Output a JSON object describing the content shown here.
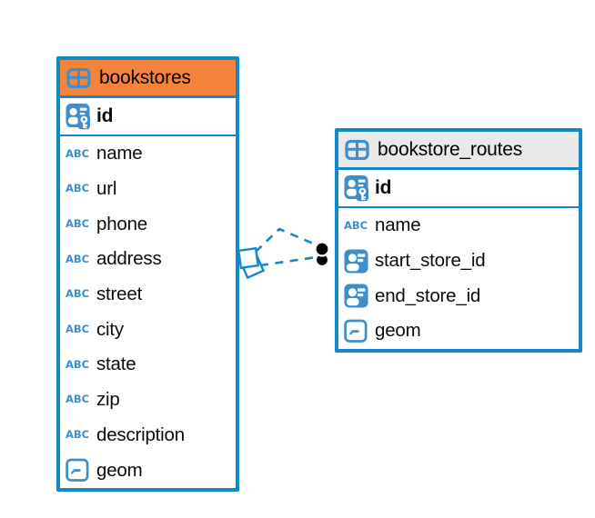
{
  "diagram": {
    "type": "entity-relationship",
    "colors": {
      "table_border": "#1287CA",
      "link_line": "#1287CA",
      "icon_blue": "#3D8ECB",
      "endpoint_dot": "#000000",
      "header_bookstores": "#F6833C",
      "header_routes": "#E9E9E9",
      "text": "#0B0B0B",
      "background": "#FFFFFF"
    },
    "tables": [
      {
        "name": "bookstores",
        "header_color": "#F6833C",
        "header_icon": "table-icon",
        "columns": [
          {
            "name": "id",
            "icon": "primary-key",
            "bold": true
          },
          {
            "name": "name",
            "icon": "text"
          },
          {
            "name": "url",
            "icon": "text"
          },
          {
            "name": "phone",
            "icon": "text"
          },
          {
            "name": "address",
            "icon": "text"
          },
          {
            "name": "street",
            "icon": "text"
          },
          {
            "name": "city",
            "icon": "text"
          },
          {
            "name": "state",
            "icon": "text"
          },
          {
            "name": "zip",
            "icon": "text"
          },
          {
            "name": "description",
            "icon": "text"
          },
          {
            "name": "geom",
            "icon": "geometry"
          }
        ]
      },
      {
        "name": "bookstore_routes",
        "header_color": "#E9E9E9",
        "header_icon": "table-icon",
        "columns": [
          {
            "name": "id",
            "icon": "primary-key",
            "bold": true
          },
          {
            "name": "name",
            "icon": "text"
          },
          {
            "name": "start_store_id",
            "icon": "reference"
          },
          {
            "name": "end_store_id",
            "icon": "reference"
          },
          {
            "name": "geom",
            "icon": "geometry"
          }
        ]
      }
    ],
    "relationships": [
      {
        "between": [
          "bookstores",
          "bookstore_routes"
        ],
        "line_style": "dashed"
      },
      {
        "between": [
          "bookstores",
          "bookstore_routes"
        ],
        "line_style": "dashed"
      }
    ]
  }
}
